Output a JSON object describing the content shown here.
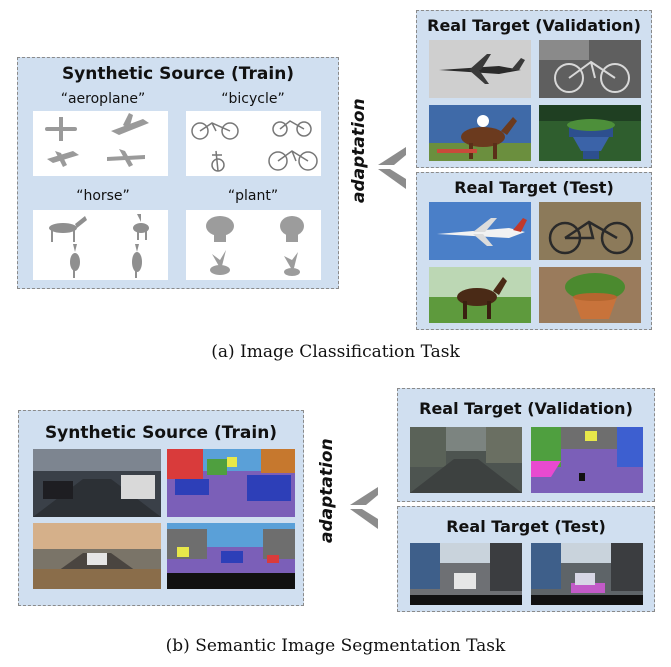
{
  "section_a": {
    "source_title": "Synthetic Source (Train)",
    "categories": [
      "“aeroplane”",
      "“bicycle”",
      "“horse”",
      "“plant”"
    ],
    "validation_title": "Real Target (Validation)",
    "test_title": "Real Target (Test)",
    "adaptation_label": "adaptation",
    "caption": "(a) Image Classification Task"
  },
  "section_b": {
    "source_title": "Synthetic Source (Train)",
    "validation_title": "Real Target (Validation)",
    "test_title": "Real Target (Test)",
    "adaptation_label": "adaptation",
    "caption": "(b) Semantic Image Segmentation Task"
  },
  "colors": {
    "panel_bg": "#d0dff0",
    "panel_border": "#8a8a8a",
    "arrow": "#8c8c8c"
  }
}
